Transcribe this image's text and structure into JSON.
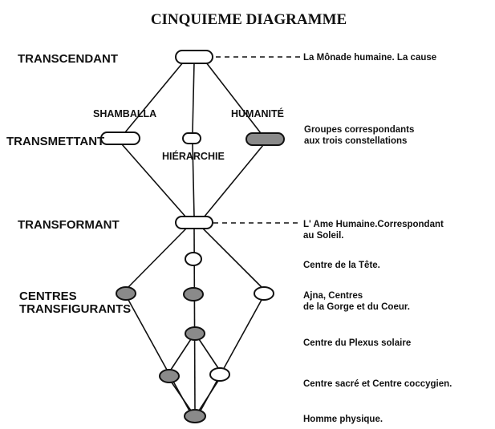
{
  "title": "CINQUIEME DIAGRAMME",
  "levels": {
    "transcendant": "TRANSCENDANT",
    "transmettant": "TRANSMETTANT",
    "transformant": "TRANSFORMANT",
    "centres": "CENTRES",
    "transfigurants": "TRANSFIGURANTS"
  },
  "nodes": {
    "shamballa": "SHAMBALLA",
    "hierarchie": "HIÉRARCHIE",
    "humanite": "HUMANITÉ"
  },
  "descriptions": {
    "monade": "La Mônade humaine. La cause",
    "groupes_1": "Groupes  correspondants",
    "groupes_2": "aux  trois constellations",
    "ame_1": "L' Ame Humaine.Correspondant",
    "ame_2": "au Soleil.",
    "tete": "Centre  de la Tête.",
    "ajna_1": "Ajna, Centres",
    "ajna_2": "de la Gorge et du Coeur.",
    "plexus": "Centre du Plexus solaire",
    "sacre": "Centre sacré et Centre coccygien.",
    "physique": "Homme  physique."
  },
  "colors": {
    "ink": "#111111",
    "shaded": "#8a8a8a"
  }
}
